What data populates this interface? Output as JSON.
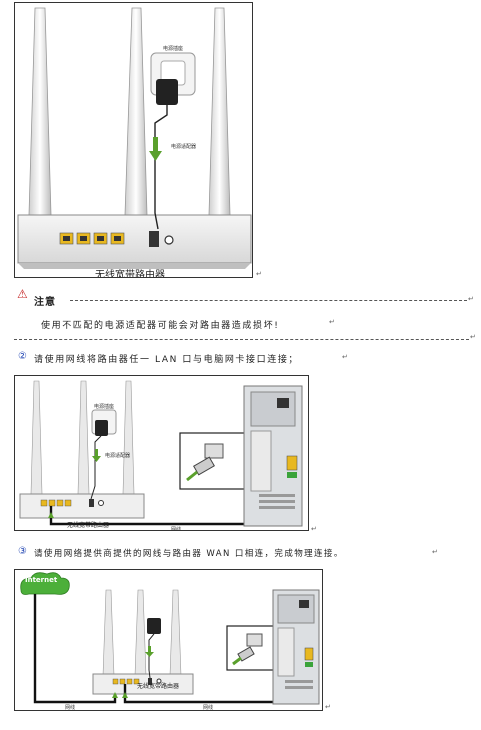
{
  "figure1": {
    "caption": "无线宽带路由器",
    "socket_label": "电源插座",
    "adapter_label": "电源适配器"
  },
  "note": {
    "title": "注意",
    "body": "使用不匹配的电源适配器可能会对路由器造成损坏!"
  },
  "step2": {
    "number": "②",
    "text": "请使用网线将路由器任一 LAN 口与电脑网卡接口连接；",
    "figure_caption": "无线宽带路由器",
    "cable_label": "网线",
    "socket_label": "电源插座",
    "adapter_label": "电源适配器"
  },
  "step3": {
    "number": "③",
    "text": "请使用网络提供商提供的网线与路由器 WAN 口相连，完成物理连接。",
    "internet_label": "Internet",
    "figure_caption": "无线宽带路由器",
    "cable_label_left": "网线",
    "cable_label_right": "网线"
  },
  "colors": {
    "arrow_green": "#5aa02c",
    "port_yellow": "#e8b820",
    "internet_green": "#4caf3a"
  }
}
